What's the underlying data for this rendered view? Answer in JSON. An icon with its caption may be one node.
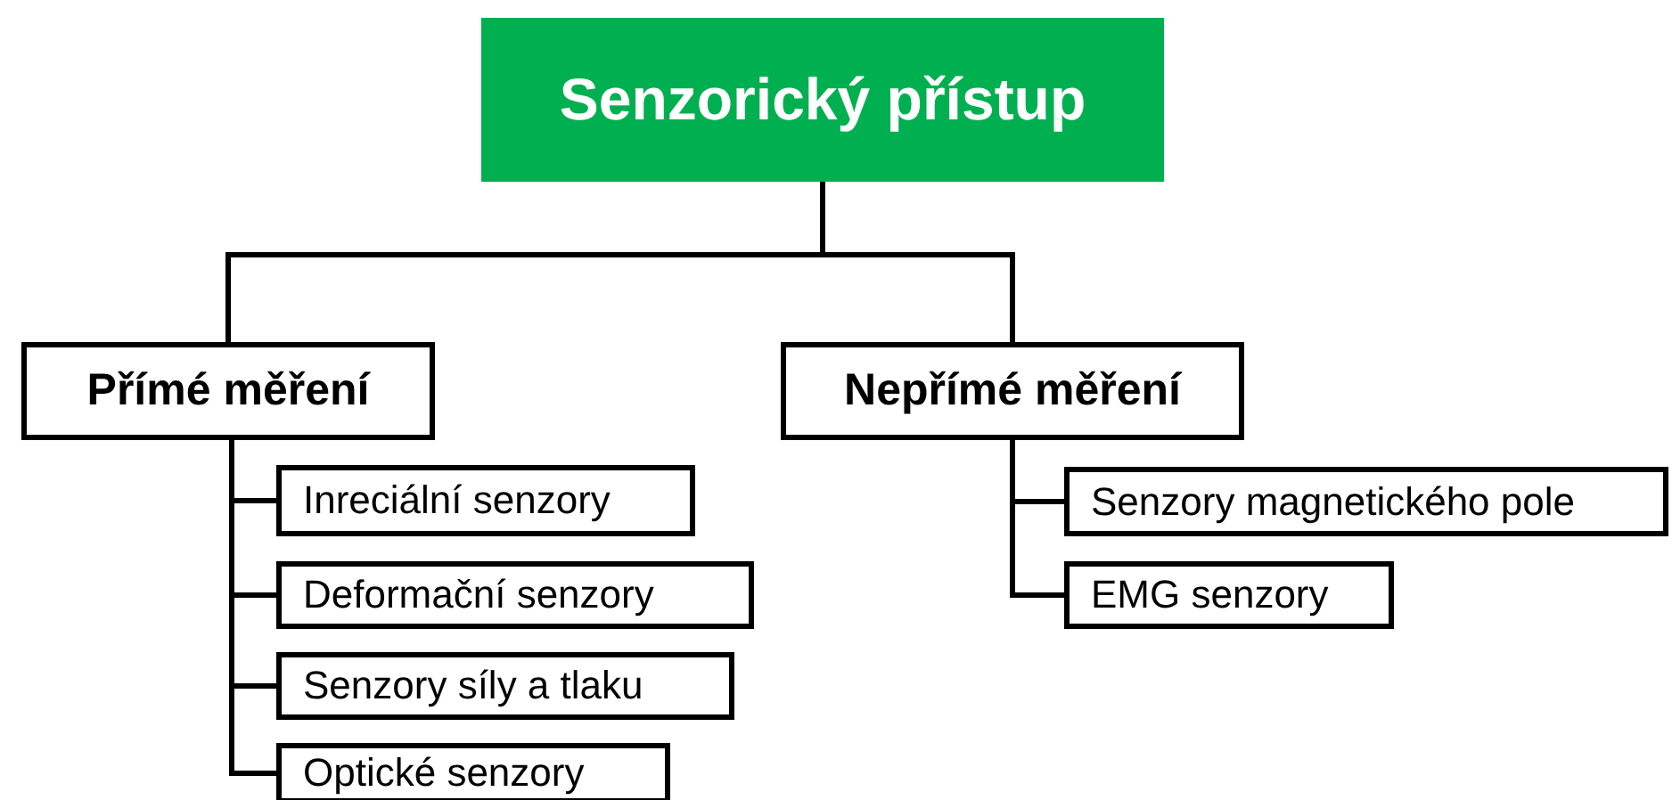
{
  "diagram": {
    "nodes": [
      {
        "text": [
          "Senzorický přístup"
        ]
      },
      {
        "text": [
          "Přímé měření"
        ]
      },
      {
        "text": [
          "Nepřímé měření"
        ]
      },
      {
        "text": [
          "Inreciální senzory"
        ]
      },
      {
        "text": [
          "Deformační senzory"
        ]
      },
      {
        "text": [
          "Senzory síly a tlaku"
        ]
      },
      {
        "text": [
          "Optické senzory"
        ]
      },
      {
        "text": [
          "Senzory magnetického pole"
        ]
      },
      {
        "text": [
          "EMG senzory"
        ]
      }
    ],
    "edges": [
      {
        "from": 0,
        "to": 1,
        "arrow": "none"
      },
      {
        "from": 0,
        "to": 2,
        "arrow": "none"
      },
      {
        "from": 1,
        "to": 3,
        "arrow": "none"
      },
      {
        "from": 1,
        "to": 4,
        "arrow": "none"
      },
      {
        "from": 1,
        "to": 5,
        "arrow": "none"
      },
      {
        "from": 1,
        "to": 6,
        "arrow": "none"
      },
      {
        "from": 2,
        "to": 7,
        "arrow": "none"
      },
      {
        "from": 2,
        "to": 8,
        "arrow": "none"
      }
    ]
  }
}
